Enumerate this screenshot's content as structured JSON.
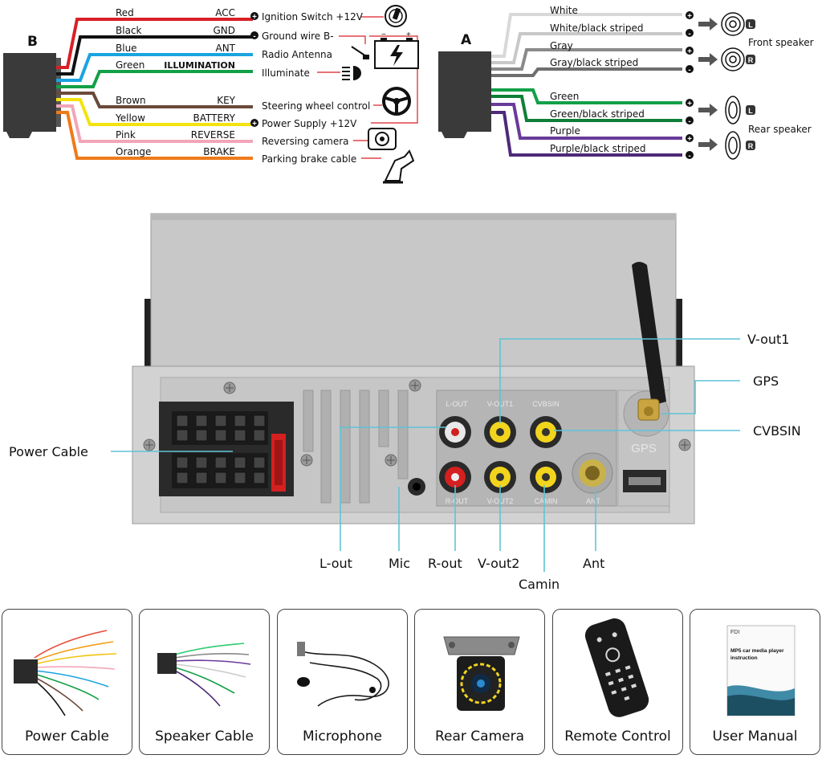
{
  "harness_b": {
    "connector_label": "B",
    "wires": [
      {
        "color_name": "Red",
        "pin": "ACC",
        "hex": "#d91f26",
        "desc": "Ignition Switch +12V",
        "polarity": "+"
      },
      {
        "color_name": "Black",
        "pin": "GND",
        "hex": "#111111",
        "desc": "Ground wire B-",
        "polarity": "-"
      },
      {
        "color_name": "Blue",
        "pin": "ANT",
        "hex": "#1aa3e0",
        "desc": "Radio Antenna",
        "polarity": ""
      },
      {
        "color_name": "Green",
        "pin": "ILLUMINATION",
        "hex": "#12a047",
        "desc": "Illuminate",
        "polarity": ""
      },
      {
        "color_name": "Brown",
        "pin": "KEY",
        "hex": "#6b4a3a",
        "desc": "Steering wheel control",
        "polarity": ""
      },
      {
        "color_name": "Yellow",
        "pin": "BATTERY",
        "hex": "#f4e20f",
        "desc": "Power Supply +12V",
        "polarity": "+"
      },
      {
        "color_name": "Pink",
        "pin": "REVERSE",
        "hex": "#f2a6b8",
        "desc": "Reversing camera",
        "polarity": ""
      },
      {
        "color_name": "Orange",
        "pin": "BRAKE",
        "hex": "#ef7a1a",
        "desc": "Parking brake cable",
        "polarity": ""
      }
    ]
  },
  "harness_a": {
    "connector_label": "A",
    "wires": [
      {
        "name": "White",
        "hex": "#d8d8d8",
        "polarity": "+"
      },
      {
        "name": "White/black striped",
        "hex": "#c8c8c8",
        "polarity": "-"
      },
      {
        "name": "Gray",
        "hex": "#8a8a8a",
        "polarity": "+"
      },
      {
        "name": "Gray/black striped",
        "hex": "#6e6e6e",
        "polarity": "-"
      },
      {
        "name": "Green",
        "hex": "#12a047",
        "polarity": "+"
      },
      {
        "name": "Green/black striped",
        "hex": "#0e7f38",
        "polarity": "-"
      },
      {
        "name": "Purple",
        "hex": "#6a3a9a",
        "polarity": "+"
      },
      {
        "name": "Purple/black striped",
        "hex": "#4e2a78",
        "polarity": "-"
      }
    ],
    "speakers": [
      {
        "side": "L"
      },
      {
        "side": "R"
      },
      {
        "side": "L"
      },
      {
        "side": "R"
      }
    ],
    "front_label": "Front speaker",
    "rear_label": "Rear speaker"
  },
  "unit": {
    "port_labels": [
      "L-OUT",
      "V-OUT1",
      "CVBSIN",
      "R-OUT",
      "V-OUT2",
      "CAMIN",
      "ANT",
      "GPS"
    ],
    "callouts": {
      "vout1": "V-out1",
      "gps": "GPS",
      "cvbsin": "CVBSIN",
      "power": "Power Cable",
      "lout": "L-out",
      "mic": "Mic",
      "rout": "R-out",
      "vout2": "V-out2",
      "camin": "Camin",
      "ant": "Ant"
    }
  },
  "accessories": [
    {
      "label": "Power Cable"
    },
    {
      "label": "Speaker Cable"
    },
    {
      "label": "Microphone"
    },
    {
      "label": "Rear Camera"
    },
    {
      "label": "Remote Control"
    },
    {
      "label": "User Manual"
    }
  ],
  "manual_cover": {
    "brand": "FDI",
    "title_line1": "MP5 car media player",
    "title_line2": "instruction"
  },
  "accent": {
    "callout_line": "#5fc3d6",
    "lead_line": "#d91f26"
  }
}
